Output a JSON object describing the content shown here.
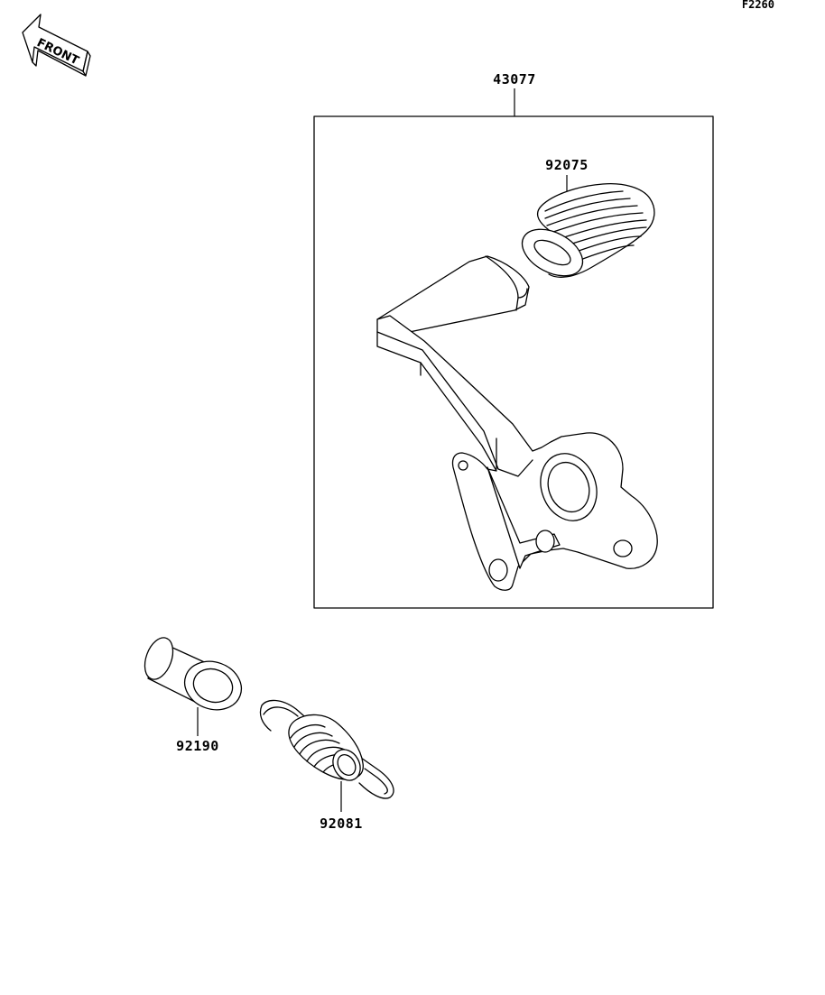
{
  "figure": {
    "code": "F2260"
  },
  "front_indicator": {
    "label": "FRONT"
  },
  "parts": [
    {
      "number": "43077"
    },
    {
      "number": "92075"
    },
    {
      "number": "92190"
    },
    {
      "number": "92081"
    }
  ]
}
